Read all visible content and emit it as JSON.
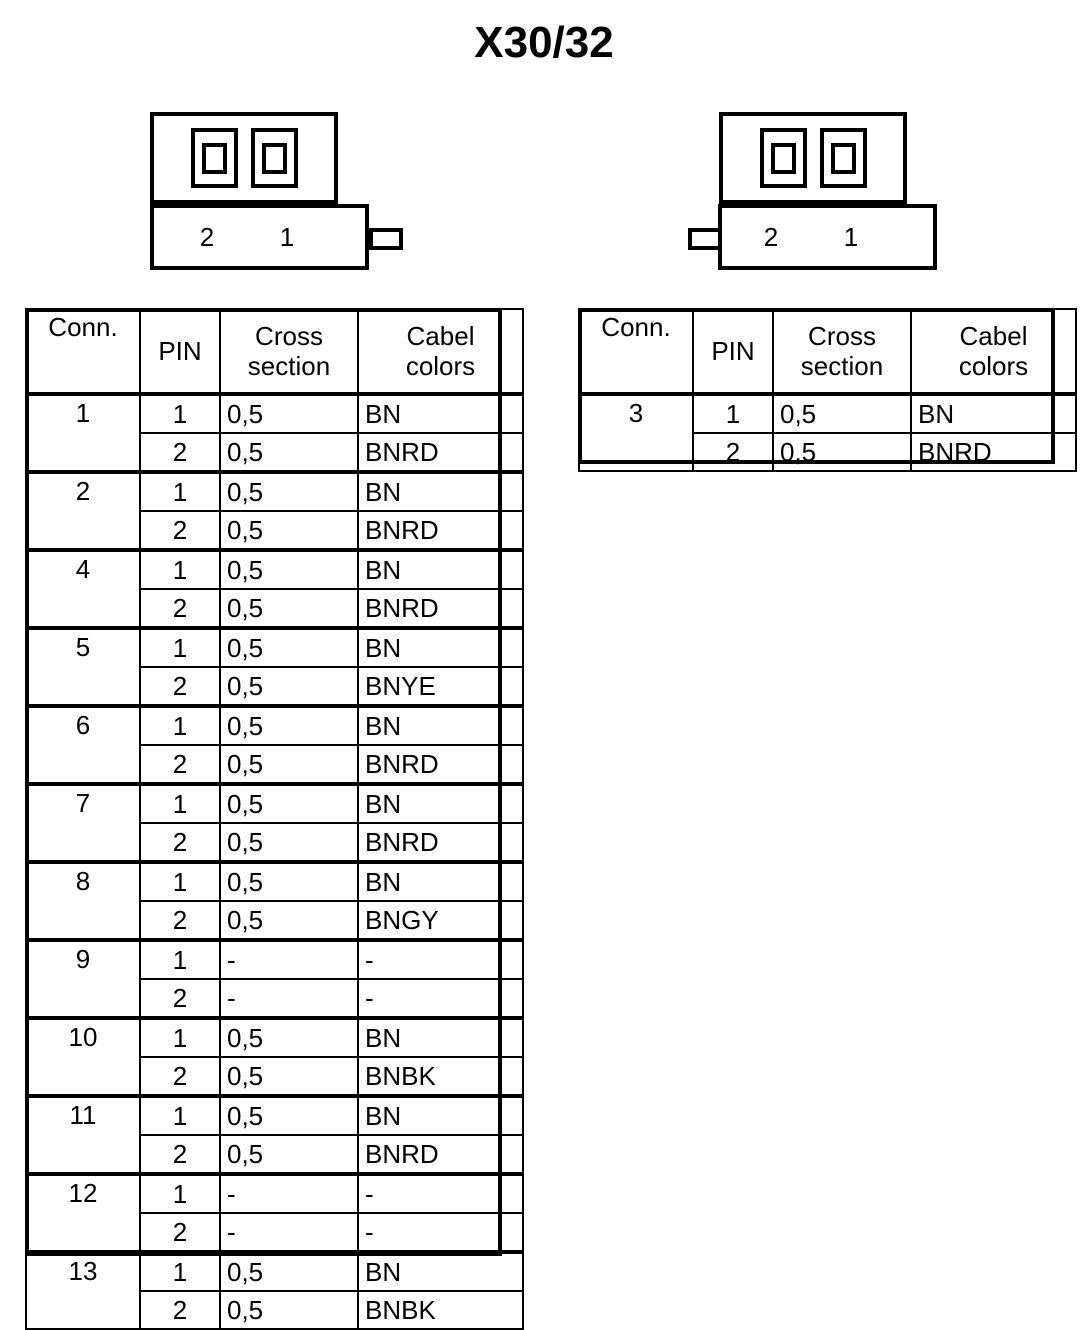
{
  "page": {
    "title": "X30/32"
  },
  "connectors": [
    {
      "id": "connector-left",
      "orientation": "tab-right",
      "pin_labels": [
        "2",
        "1"
      ],
      "cavities": 2
    },
    {
      "id": "connector-right",
      "orientation": "tab-left",
      "pin_labels": [
        "2",
        "1"
      ],
      "cavities": 2
    }
  ],
  "tables": [
    {
      "id": "table-left",
      "headers": [
        "Conn.",
        "PIN",
        "Cross section",
        "Cabel colors"
      ],
      "header_lines": [
        [
          "Conn."
        ],
        [
          "PIN"
        ],
        [
          "Cross",
          "section"
        ],
        [
          "Cabel",
          "colors"
        ]
      ],
      "groups": [
        {
          "conn": "1",
          "rows": [
            {
              "pin": "1",
              "cross": "0,5",
              "color": "BN"
            },
            {
              "pin": "2",
              "cross": "0,5",
              "color": "BNRD"
            }
          ]
        },
        {
          "conn": "2",
          "rows": [
            {
              "pin": "1",
              "cross": "0,5",
              "color": "BN"
            },
            {
              "pin": "2",
              "cross": "0,5",
              "color": "BNRD"
            }
          ]
        },
        {
          "conn": "4",
          "rows": [
            {
              "pin": "1",
              "cross": "0,5",
              "color": "BN"
            },
            {
              "pin": "2",
              "cross": "0,5",
              "color": "BNRD"
            }
          ]
        },
        {
          "conn": "5",
          "rows": [
            {
              "pin": "1",
              "cross": "0,5",
              "color": "BN"
            },
            {
              "pin": "2",
              "cross": "0,5",
              "color": "BNYE"
            }
          ]
        },
        {
          "conn": "6",
          "rows": [
            {
              "pin": "1",
              "cross": "0,5",
              "color": "BN"
            },
            {
              "pin": "2",
              "cross": "0,5",
              "color": "BNRD"
            }
          ]
        },
        {
          "conn": "7",
          "rows": [
            {
              "pin": "1",
              "cross": "0,5",
              "color": "BN"
            },
            {
              "pin": "2",
              "cross": "0,5",
              "color": "BNRD"
            }
          ]
        },
        {
          "conn": "8",
          "rows": [
            {
              "pin": "1",
              "cross": "0,5",
              "color": "BN"
            },
            {
              "pin": "2",
              "cross": "0,5",
              "color": "BNGY"
            }
          ]
        },
        {
          "conn": "9",
          "rows": [
            {
              "pin": "1",
              "cross": "-",
              "color": "-"
            },
            {
              "pin": "2",
              "cross": "-",
              "color": "-"
            }
          ]
        },
        {
          "conn": "10",
          "rows": [
            {
              "pin": "1",
              "cross": "0,5",
              "color": "BN"
            },
            {
              "pin": "2",
              "cross": "0,5",
              "color": "BNBK"
            }
          ]
        },
        {
          "conn": "11",
          "rows": [
            {
              "pin": "1",
              "cross": "0,5",
              "color": "BN"
            },
            {
              "pin": "2",
              "cross": "0,5",
              "color": "BNRD"
            }
          ]
        },
        {
          "conn": "12",
          "rows": [
            {
              "pin": "1",
              "cross": "-",
              "color": "-"
            },
            {
              "pin": "2",
              "cross": "-",
              "color": "-"
            }
          ]
        },
        {
          "conn": "13",
          "rows": [
            {
              "pin": "1",
              "cross": "0,5",
              "color": "BN"
            },
            {
              "pin": "2",
              "cross": "0,5",
              "color": "BNBK"
            }
          ]
        }
      ]
    },
    {
      "id": "table-right",
      "headers": [
        "Conn.",
        "PIN",
        "Cross section",
        "Cabel colors"
      ],
      "header_lines": [
        [
          "Conn."
        ],
        [
          "PIN"
        ],
        [
          "Cross",
          "section"
        ],
        [
          "Cabel",
          "colors"
        ]
      ],
      "groups": [
        {
          "conn": "3",
          "rows": [
            {
              "pin": "1",
              "cross": "0,5",
              "color": "BN"
            },
            {
              "pin": "2",
              "cross": "0,5",
              "color": "BNRD"
            }
          ]
        }
      ]
    }
  ],
  "colors": {
    "ink": "#000000",
    "paper": "#ffffff"
  }
}
